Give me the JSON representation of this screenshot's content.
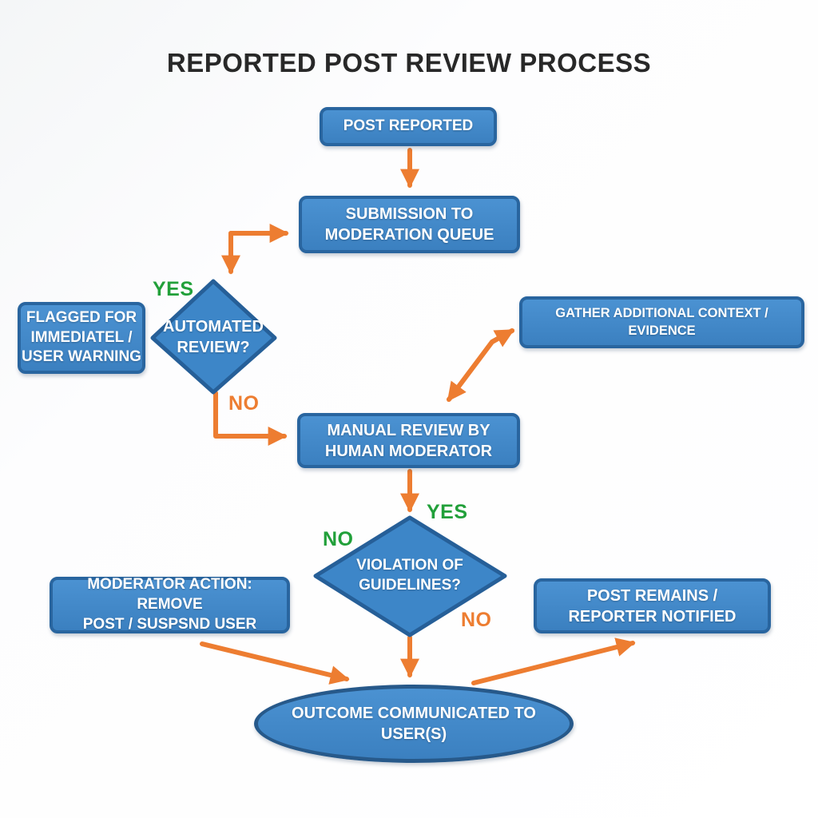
{
  "title": "REPORTED POST REVIEW PROCESS",
  "colors": {
    "node_fill": "#3d86c8",
    "node_border": "#29659f",
    "node_text": "#ffffff",
    "arrow": "#ED7D31",
    "yes_label": "#22a03a",
    "no_label": "#ED7D31",
    "title_text": "#282828",
    "background": "#fdfdfe"
  },
  "nodes": {
    "post_reported": {
      "label": "POST REPORTED",
      "shape": "rectangle"
    },
    "submission_queue": {
      "label": "SUBMISSION TO\nMODERATION QUEUE",
      "shape": "rectangle"
    },
    "automated_review": {
      "label": "AUTOMATED\nREVIEW?",
      "shape": "diamond"
    },
    "flagged": {
      "label": "FLAGGED FOR\nIMMEDIATEL /\nUSER WARNING",
      "shape": "rectangle"
    },
    "gather_context": {
      "label": "GATHER ADDITIONAL CONTEXT / EVIDENCE",
      "shape": "rectangle"
    },
    "manual_review": {
      "label": "MANUAL REVIEW BY\nHUMAN MODERATOR",
      "shape": "rectangle"
    },
    "violation": {
      "label": "VIOLATION OF\nGUIDELINES?",
      "shape": "diamond"
    },
    "moderator_action": {
      "label": "MODERATOR ACTION: REMOVE\nPOST / SUSPSND USER",
      "shape": "rectangle"
    },
    "post_remains": {
      "label": "POST REMAINS /\nREPORTER NOTIFIED",
      "shape": "rectangle"
    },
    "outcome": {
      "label": "OUTCOME COMMUNICATED TO USER(S)",
      "shape": "ellipse"
    }
  },
  "edge_labels": {
    "automated_yes": "YES",
    "automated_no": "NO",
    "violation_yes": "YES",
    "violation_no_left": "NO",
    "violation_no_right": "NO"
  },
  "edges": [
    {
      "from": "post_reported",
      "to": "submission_queue",
      "label": ""
    },
    {
      "from": "submission_queue",
      "to": "automated_review",
      "label": "",
      "style": "double-headed elbow"
    },
    {
      "from": "automated_review",
      "to": "manual_review",
      "label": "NO"
    },
    {
      "from": "manual_review",
      "to": "gather_context",
      "label": "",
      "style": "double-headed diagonal"
    },
    {
      "from": "manual_review",
      "to": "violation",
      "label": "YES"
    },
    {
      "from": "violation",
      "to": "outcome",
      "label": "NO"
    },
    {
      "from": "moderator_action",
      "to": "outcome",
      "label": ""
    },
    {
      "from": "outcome",
      "to": "post_remains",
      "label": ""
    }
  ]
}
